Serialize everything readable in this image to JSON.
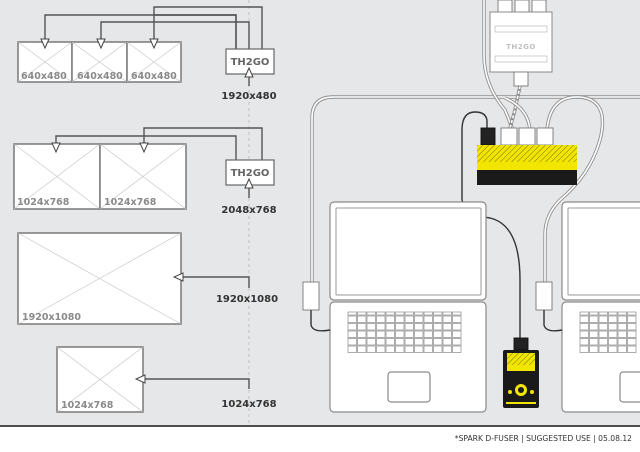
{
  "diagram": {
    "setups": [
      {
        "id": "triple-640",
        "adapter": "TH2GO",
        "input_resolution": "1920x480",
        "outputs": [
          "640x480",
          "640x480",
          "640x480"
        ]
      },
      {
        "id": "dual-1024",
        "adapter": "TH2GO",
        "input_resolution": "2048x768",
        "outputs": [
          "1024x768",
          "1024x768"
        ]
      },
      {
        "id": "single-1080",
        "adapter": null,
        "input_resolution": "1920x1080",
        "outputs": [
          "1920x1080"
        ]
      },
      {
        "id": "single-768",
        "adapter": null,
        "input_resolution": "1024x768",
        "outputs": [
          "1024x768"
        ]
      }
    ],
    "hardware": {
      "splitter_label": "TH2GO",
      "mixer_device": "D-Fuser box",
      "controller_device": "D-Fuser controller",
      "laptops": 2,
      "colors": {
        "background": "#e6e7e8",
        "device_yellow": "#f2e600",
        "device_black": "#1a1a1a",
        "wire": "#555555"
      }
    }
  },
  "footer": {
    "caption": "*SPARK D-FUSER | SUGGESTED USE | 05.08.12"
  }
}
